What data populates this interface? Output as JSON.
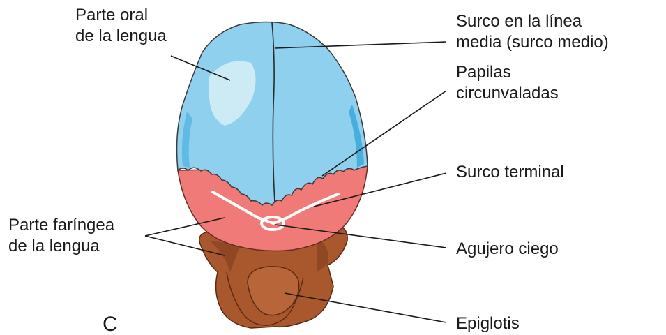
{
  "panel_letter": "C",
  "labels": {
    "oral_part": [
      "Parte oral",
      "de la lengua"
    ],
    "median_sulcus": [
      "Surco en la línea",
      "media (surco medio)"
    ],
    "vallate_papillae": [
      "Papilas",
      "circunvaladas"
    ],
    "terminal_sulcus": [
      "Surco terminal"
    ],
    "pharyngeal_part": [
      "Parte faríngea",
      "de la lengua"
    ],
    "foramen_cecum": [
      "Agujero ciego"
    ],
    "epiglottis": [
      "Epiglotis"
    ]
  },
  "colors": {
    "oral_blue": "#8fd0ee",
    "oral_highlight": "#d8f0f6",
    "oral_edge": "#2a9fd6",
    "pharyngeal_red": "#ef7a78",
    "epiglottis_brown": "#a9582e",
    "epiglottis_dark": "#7c3d1e",
    "sulcus_white": "#ffffff",
    "outline": "#3a3a3a"
  }
}
